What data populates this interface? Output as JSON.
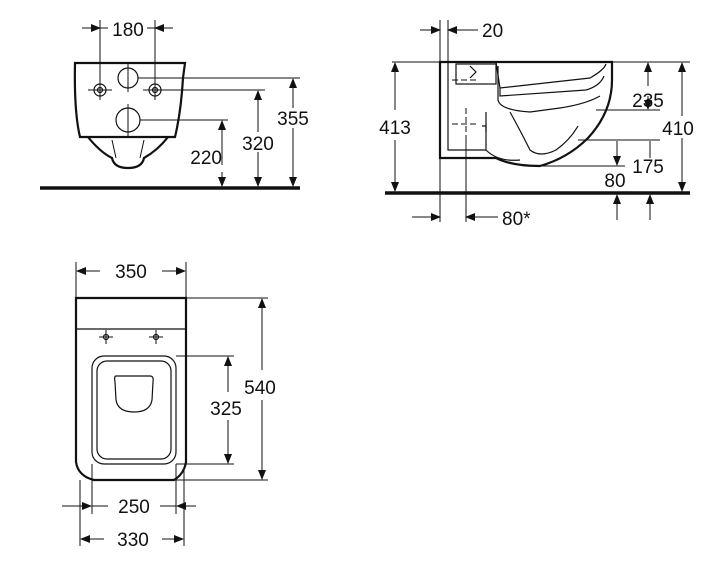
{
  "front_view": {
    "width_between_fixings": "180",
    "bolt_height": "320",
    "inlet_height": "355",
    "outlet_height": "220"
  },
  "side_view": {
    "wall_gap": "20",
    "overall_height": "413",
    "rim_to_top": "235",
    "bowl_height": "410",
    "lower_height": "175",
    "outlet_offset": "80",
    "outlet_projection": "80*"
  },
  "plan_view": {
    "top_width": "350",
    "overall_length": "540",
    "seat_length": "325",
    "seat_width": "250",
    "base_width": "330"
  }
}
